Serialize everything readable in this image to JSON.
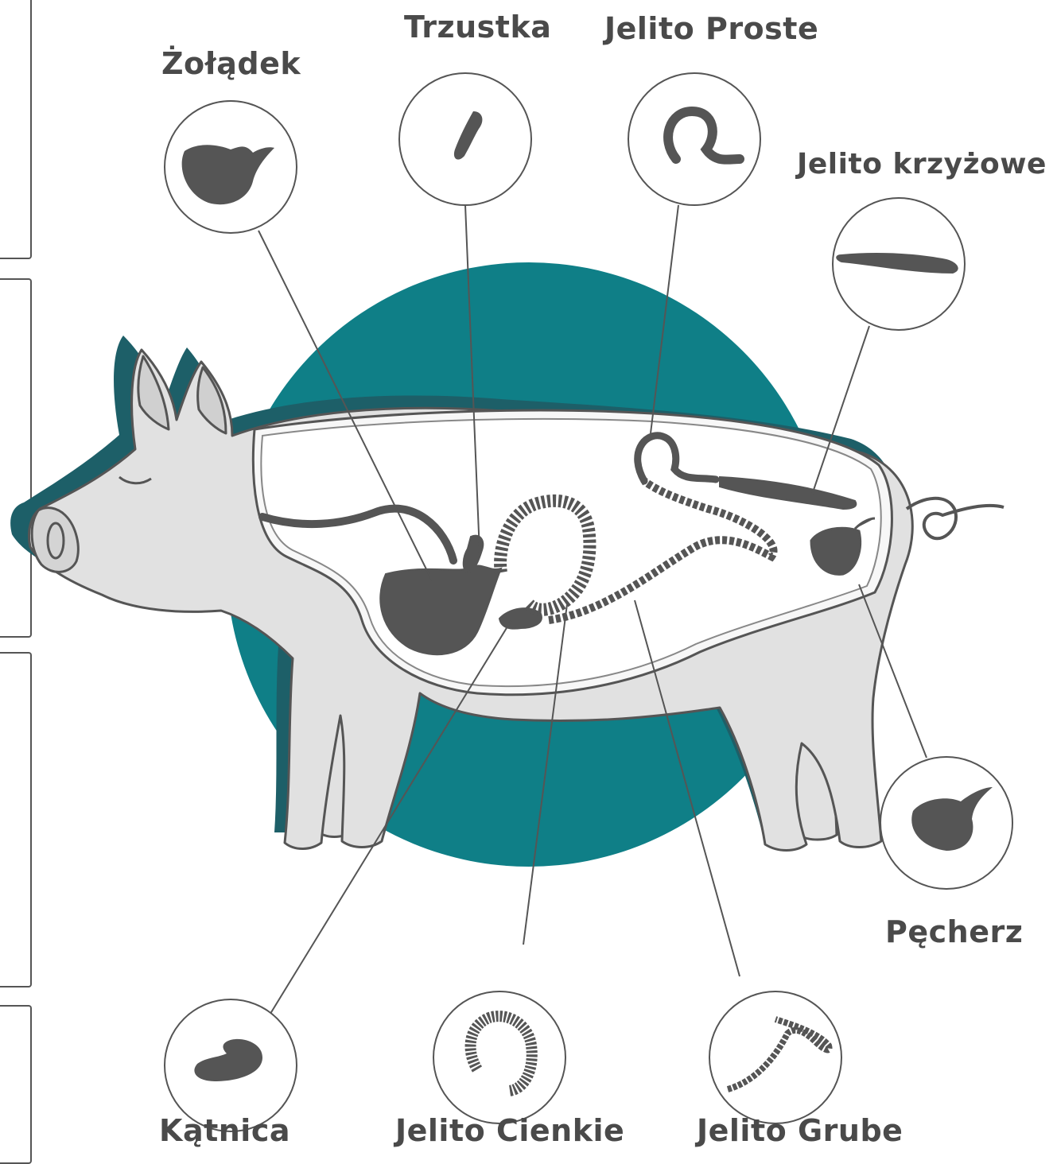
{
  "labels": {
    "stomach": "Żołądek",
    "pancreas": "Trzustka",
    "rectum": "Jelito Proste",
    "sacral_intestine": "Jelito krzyżowe",
    "bladder": "Pęcherz",
    "cecum": "Kątnica",
    "small_intestine": "Jelito Cienkie",
    "large_intestine": "Jelito Grube"
  },
  "colors": {
    "accent_circle": "#0f7f87",
    "accent_shadow": "#1d5f68",
    "body_fill": "#e1e1e1",
    "outline": "#555555",
    "organ": "#555555",
    "label_text": "#4a4a4a"
  },
  "icons": [
    "stomach-icon",
    "pancreas-icon",
    "rectum-icon",
    "sacral-intestine-icon",
    "bladder-icon",
    "cecum-icon",
    "small-intestine-icon",
    "large-intestine-icon"
  ]
}
